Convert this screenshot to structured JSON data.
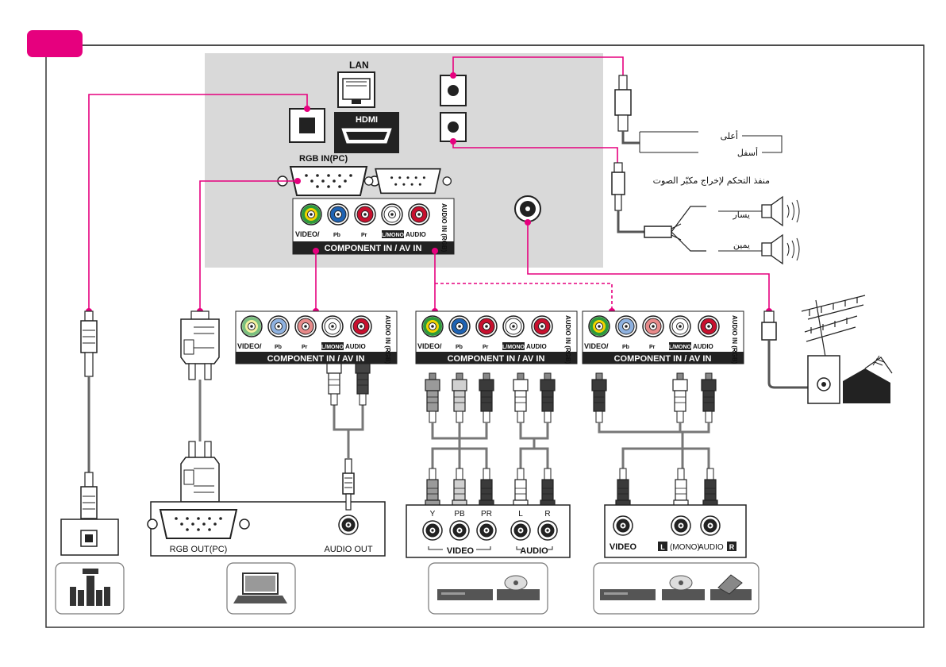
{
  "tv_panel": {
    "lan_label": "LAN",
    "hdmi_label": "HDMI",
    "rgb_in_label": "RGB IN(PC)",
    "audio_in_rgb_label": "AUDIO IN (RGB)",
    "component_av_in_label": "COMPONENT IN / AV IN",
    "jack_labels": {
      "video": "VIDEO/",
      "pb": "Pb",
      "pr": "Pr",
      "lmono": "L/MONO",
      "audio": "AUDIO"
    }
  },
  "speaker_control": {
    "top_label": "أعلى",
    "bottom_label": "أسفل",
    "title": "منفذ التحكم لإخراج مكبّر الصوت",
    "left_label": "يسار",
    "right_label": "يمين"
  },
  "pc_box": {
    "rgb_out_label": "RGB OUT(PC)",
    "audio_out_label": "AUDIO OUT"
  },
  "component_device": {
    "y_label": "Y",
    "pb_label": "PB",
    "pr_label": "PR",
    "l_label": "L",
    "r_label": "R",
    "video_group_label": "VIDEO",
    "audio_group_label": "AUDIO"
  },
  "av_device": {
    "video_label": "VIDEO",
    "l_badge": "L",
    "mono_label": "(MONO)",
    "audio_label": "AUDIO",
    "r_badge": "R"
  },
  "colors": {
    "magenta": "#e6007e",
    "panel_gray": "#d9d9d9",
    "jack_green": "#2e9a3a",
    "jack_blue": "#1f63b3",
    "jack_red": "#c8102e",
    "jack_white": "#ffffff"
  },
  "icons": [
    "home-theater-icon",
    "laptop-icon",
    "dvd-player-icon",
    "disc-icon",
    "vcr-icon",
    "antenna-icon",
    "house-icon",
    "wall-outlet-icon",
    "speaker-icon"
  ]
}
